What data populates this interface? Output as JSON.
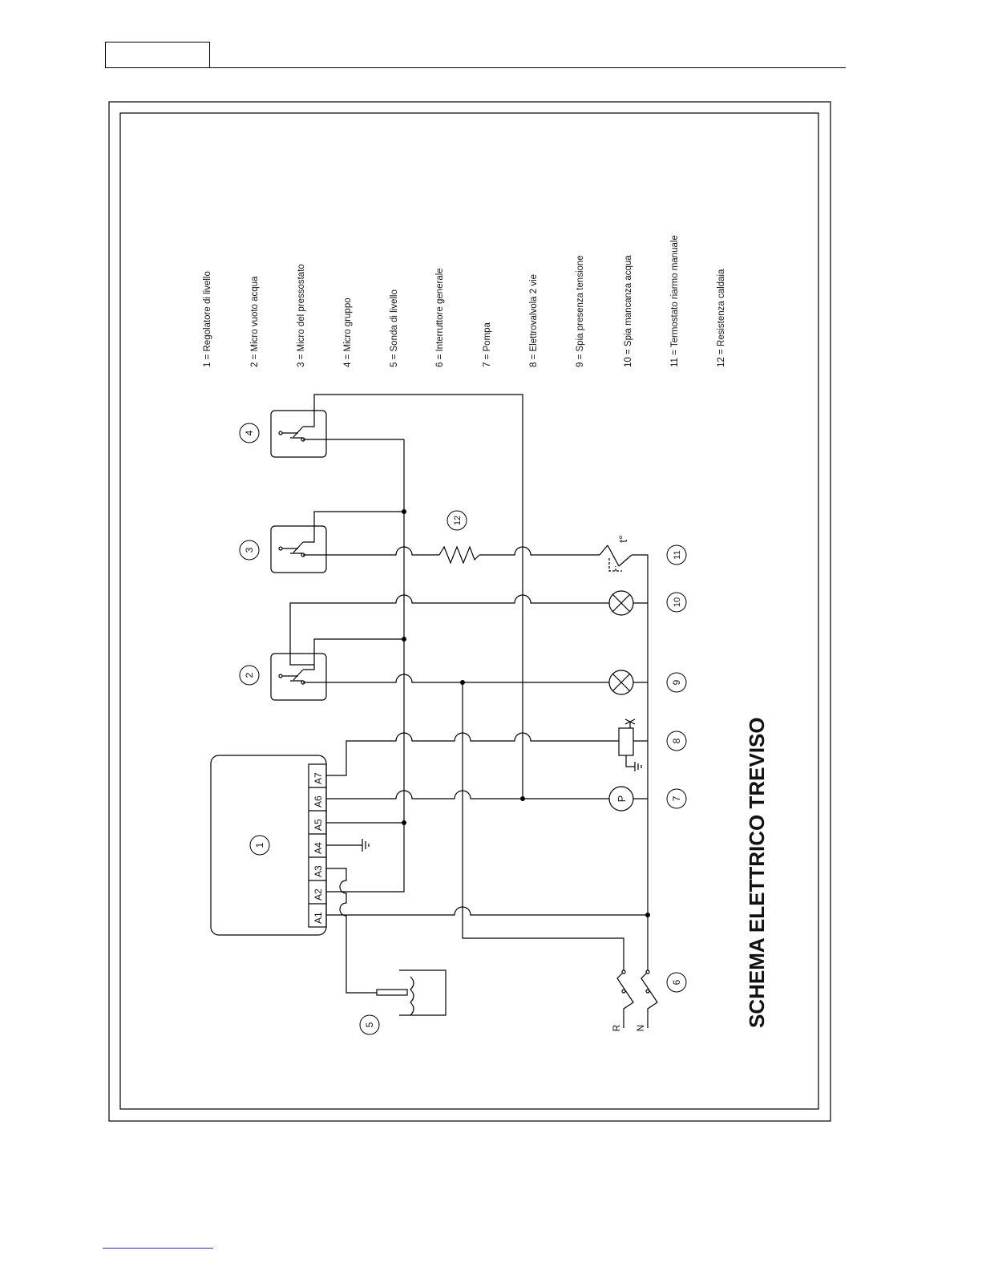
{
  "title": "SCHEMA ELETTRICO TREVISO",
  "legend": [
    "1 = Regolatore di livello",
    "2 = Micro vuoto acqua",
    "3 = Micro del pressostato",
    "4 = Micro gruppo",
    "5 = Sonda di livello",
    "6 = Interruttore generale",
    "7 = Pompa",
    "8 = Elettrovalvola 2 vie",
    "9 = Spia  presenza tensione",
    "10 = Spia mancanza acqua",
    "11 = Termostato riarmo manuale",
    "12 = Resistenza caldaia"
  ],
  "terminals": [
    "A1",
    "A2",
    "A3",
    "A4",
    "A5",
    "A6",
    "A7"
  ],
  "component_numbers": {
    "regulator": "1",
    "micro_vuoto": "2",
    "micro_pressostato": "3",
    "micro_gruppo": "4",
    "sonda": "5",
    "interruttore": "6",
    "pompa": "7",
    "elettrovalvola": "8",
    "spia_tensione": "9",
    "spia_acqua": "10",
    "termostato": "11",
    "resistenza": "12"
  },
  "mains_labels": {
    "phase": "R",
    "neutral": "N"
  },
  "pump_symbol": "P",
  "thermostat_symbol": "t°"
}
